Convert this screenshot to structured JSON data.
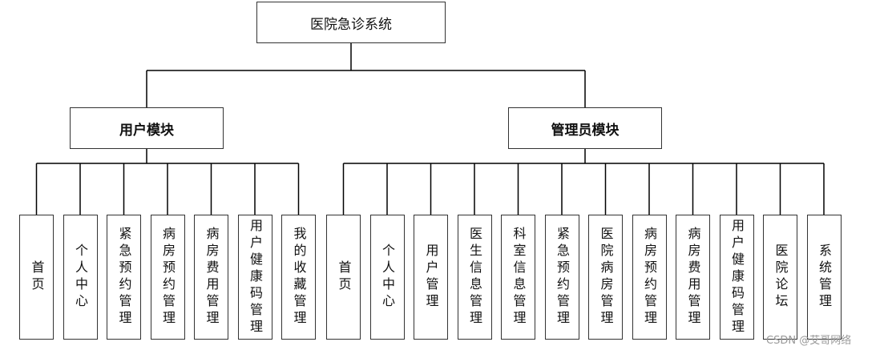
{
  "root": {
    "label": "医院急诊系统"
  },
  "modules": [
    {
      "label": "用户模块",
      "children": [
        "首页",
        "个人中心",
        "紧急预约管理",
        "病房预约管理",
        "病房费用管理",
        "用户健康码管理",
        "我的收藏管理"
      ]
    },
    {
      "label": "管理员模块",
      "children": [
        "首页",
        "个人中心",
        "用户管理",
        "医生信息管理",
        "科室信息管理",
        "紧急预约管理",
        "医院病房管理",
        "病房预约管理",
        "病房费用管理",
        "用户健康码管理",
        "医院论坛",
        "系统管理"
      ]
    }
  ],
  "watermark": "CSDN @艾哥网络",
  "colors": {
    "line": "#000000",
    "border": "#333333",
    "box": "#ffffff"
  }
}
